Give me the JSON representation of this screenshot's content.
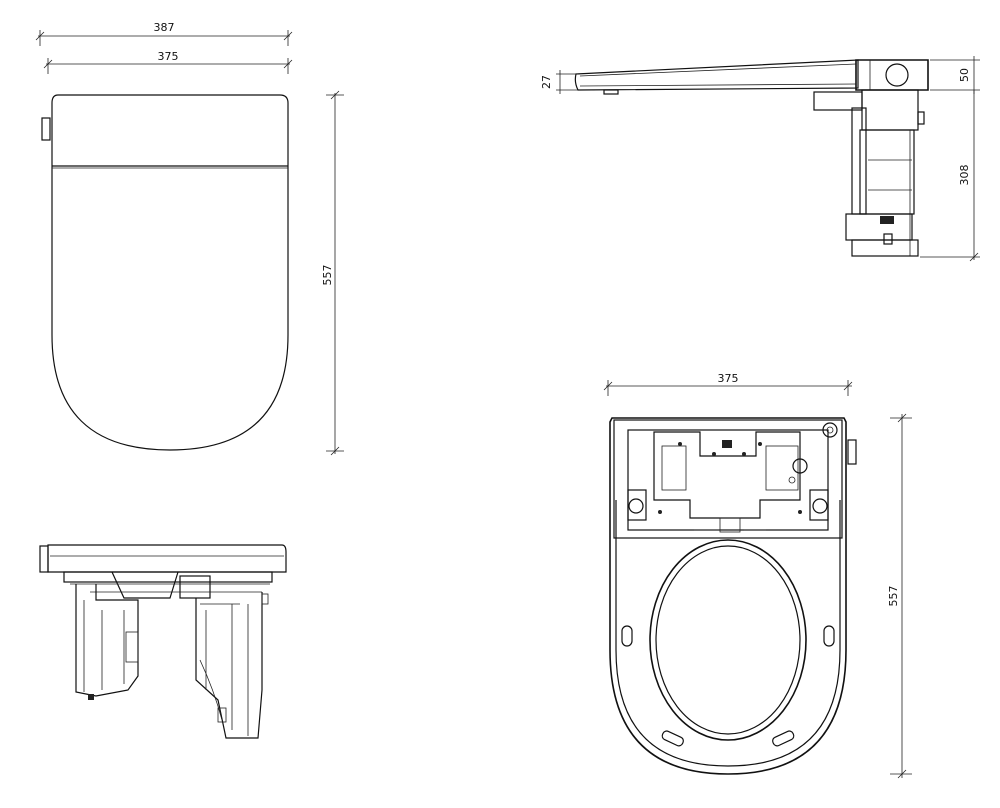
{
  "dimensions": {
    "top_view_width_outer": "387",
    "top_view_width_inner": "375",
    "top_view_length": "557",
    "side_view_lid_thickness": "27",
    "side_view_unit_height": "50",
    "side_view_body_height": "308",
    "bottom_view_width": "375",
    "bottom_view_length": "557"
  }
}
